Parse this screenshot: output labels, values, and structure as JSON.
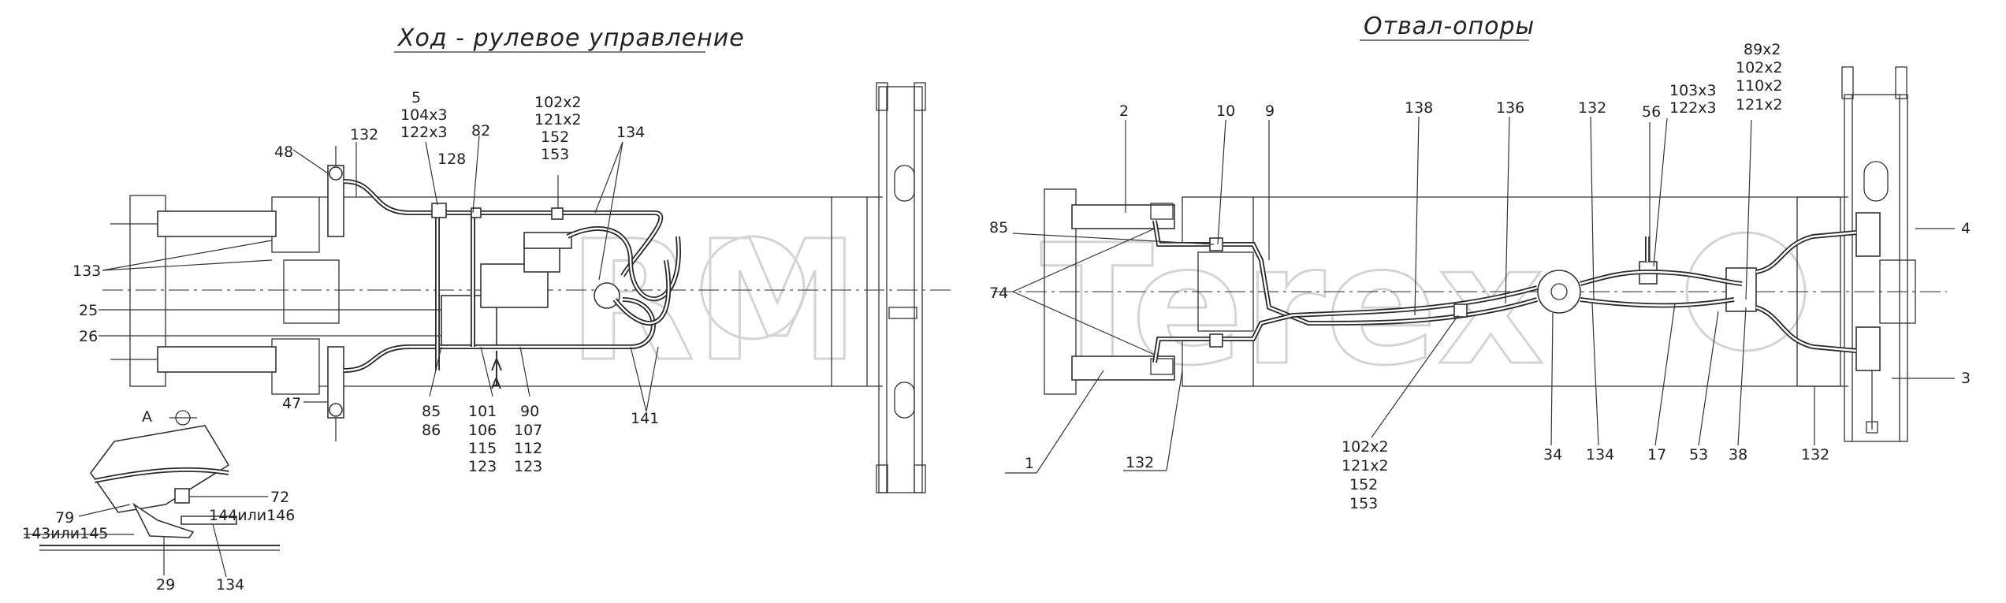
{
  "left_view": {
    "title": "Ход - рулевое управление",
    "labels": [
      {
        "text": "48"
      },
      {
        "text": "132"
      },
      {
        "text": "5"
      },
      {
        "text": "104х3"
      },
      {
        "text": "122х3"
      },
      {
        "text": "128"
      },
      {
        "text": "82"
      },
      {
        "text": "102х2"
      },
      {
        "text": "121х2"
      },
      {
        "text": "152"
      },
      {
        "text": "153"
      },
      {
        "text": "134"
      },
      {
        "text": "133"
      },
      {
        "text": "25"
      },
      {
        "text": "26"
      },
      {
        "text": "47"
      },
      {
        "text": "85"
      },
      {
        "text": "86"
      },
      {
        "text": "101"
      },
      {
        "text": "106"
      },
      {
        "text": "115"
      },
      {
        "text": "123"
      },
      {
        "text": "A"
      },
      {
        "text": "90"
      },
      {
        "text": "107"
      },
      {
        "text": "112"
      },
      {
        "text": "123"
      },
      {
        "text": "141"
      }
    ]
  },
  "detail_view": {
    "view_label": "A",
    "labels": [
      {
        "text": "72"
      },
      {
        "text": "144или146"
      },
      {
        "text": "79"
      },
      {
        "text": "143или145"
      },
      {
        "text": "29"
      },
      {
        "text": "134"
      }
    ]
  },
  "right_view": {
    "title": "Отвал-опоры",
    "labels": [
      {
        "text": "2"
      },
      {
        "text": "10"
      },
      {
        "text": "9"
      },
      {
        "text": "138"
      },
      {
        "text": "136"
      },
      {
        "text": "132"
      },
      {
        "text": "56"
      },
      {
        "text": "103х3"
      },
      {
        "text": "122х3"
      },
      {
        "text": "89х2"
      },
      {
        "text": "102х2"
      },
      {
        "text": "110х2"
      },
      {
        "text": "121х2"
      },
      {
        "text": "4"
      },
      {
        "text": "85"
      },
      {
        "text": "74"
      },
      {
        "text": "3"
      },
      {
        "text": "1"
      },
      {
        "text": "132"
      },
      {
        "text": "102х2"
      },
      {
        "text": "121х2"
      },
      {
        "text": "152"
      },
      {
        "text": "153"
      },
      {
        "text": "34"
      },
      {
        "text": "134"
      },
      {
        "text": "17"
      },
      {
        "text": "53"
      },
      {
        "text": "38"
      },
      {
        "text": "132"
      }
    ]
  },
  "watermark": {
    "text_left": "RM",
    "text_right": "Terex"
  }
}
